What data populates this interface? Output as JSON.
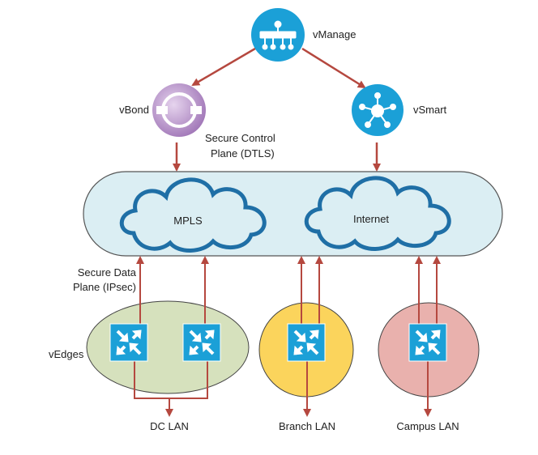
{
  "nodes": {
    "vmanage": "vManage",
    "vbond": "vBond",
    "vsmart": "vSmart",
    "vedges": "vEdges"
  },
  "clouds": {
    "mpls": "MPLS",
    "internet": "Internet"
  },
  "labels": {
    "control_plane_line1": "Secure Control",
    "control_plane_line2": "Plane (DTLS)",
    "data_plane_line1": "Secure Data",
    "data_plane_line2": "Plane (IPsec)"
  },
  "sites": {
    "dc": "DC LAN",
    "branch": "Branch LAN",
    "campus": "Campus LAN"
  },
  "colors": {
    "arrow": "#b5483f",
    "cisco_blue": "#1ba0d7",
    "vbond_purple": "#a97fbf",
    "transport_fill": "#dbeef3",
    "cloud_stroke": "#1f6fa6",
    "dc_site": "#d6e1bd",
    "branch_site": "#fbd45c",
    "campus_site": "#e9b1ad"
  }
}
